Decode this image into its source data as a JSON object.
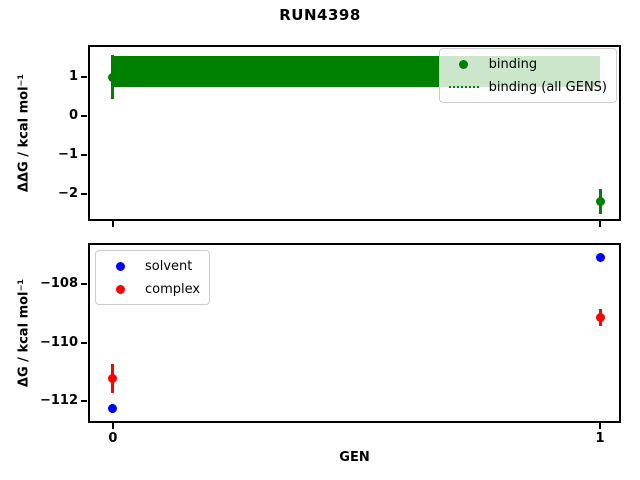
{
  "title": "RUN4398",
  "colors": {
    "binding": "#008000",
    "solvent": "#0000ff",
    "complex": "#ff0000",
    "axis": "#000000",
    "legend_border": "#cccccc"
  },
  "x_axis": {
    "label": "GEN",
    "ticks": [
      0,
      1
    ],
    "tick_labels": [
      "0",
      "1"
    ]
  },
  "chart_data": [
    {
      "id": "ddg",
      "type": "scatter",
      "title": "",
      "ylabel": "ΔΔG / kcal mol⁻¹",
      "xlabel": "",
      "ylim": [
        -2.69,
        1.82
      ],
      "xlim": [
        -0.051,
        1.043
      ],
      "yticks": [
        1,
        0,
        -1,
        -2
      ],
      "xticks": [
        0,
        1
      ],
      "show_xtick_labels": false,
      "grid": false,
      "series": [
        {
          "name": "binding",
          "color": "#008000",
          "marker": "dot",
          "x": [
            0,
            1
          ],
          "y": [
            1.0,
            -2.18
          ],
          "yerr": [
            0.56,
            0.32
          ]
        }
      ],
      "band": {
        "name": "binding (all GENS)",
        "color": "#008000",
        "x_range": [
          0,
          1
        ],
        "y_center": 1.15,
        "y_min": 0.74,
        "y_max": 1.55,
        "center_line_style": "dotted"
      },
      "legend": {
        "position": "top-right",
        "entries": [
          {
            "label": "binding",
            "marker": "dot",
            "color": "#008000"
          },
          {
            "label": "binding (all GENS)",
            "marker": "dotted-line",
            "color": "#008000"
          }
        ]
      }
    },
    {
      "id": "dg",
      "type": "scatter",
      "title": "",
      "ylabel": "ΔG / kcal mol⁻¹",
      "xlabel": "GEN",
      "ylim": [
        -112.74,
        -106.6
      ],
      "xlim": [
        -0.051,
        1.043
      ],
      "yticks": [
        -108,
        -110,
        -112
      ],
      "xticks": [
        0,
        1
      ],
      "show_xtick_labels": true,
      "grid": false,
      "series": [
        {
          "name": "solvent",
          "color": "#0000ff",
          "marker": "dot",
          "x": [
            0,
            1
          ],
          "y": [
            -112.25,
            -107.08
          ],
          "yerr": [
            0.15,
            0.1
          ]
        },
        {
          "name": "complex",
          "color": "#ff0000",
          "marker": "dot",
          "x": [
            0,
            1
          ],
          "y": [
            -111.22,
            -109.14
          ],
          "yerr": [
            0.5,
            0.3
          ]
        }
      ],
      "legend": {
        "position": "top-left",
        "entries": [
          {
            "label": "solvent",
            "marker": "dot",
            "color": "#0000ff"
          },
          {
            "label": "complex",
            "marker": "dot",
            "color": "#ff0000"
          }
        ]
      }
    }
  ]
}
